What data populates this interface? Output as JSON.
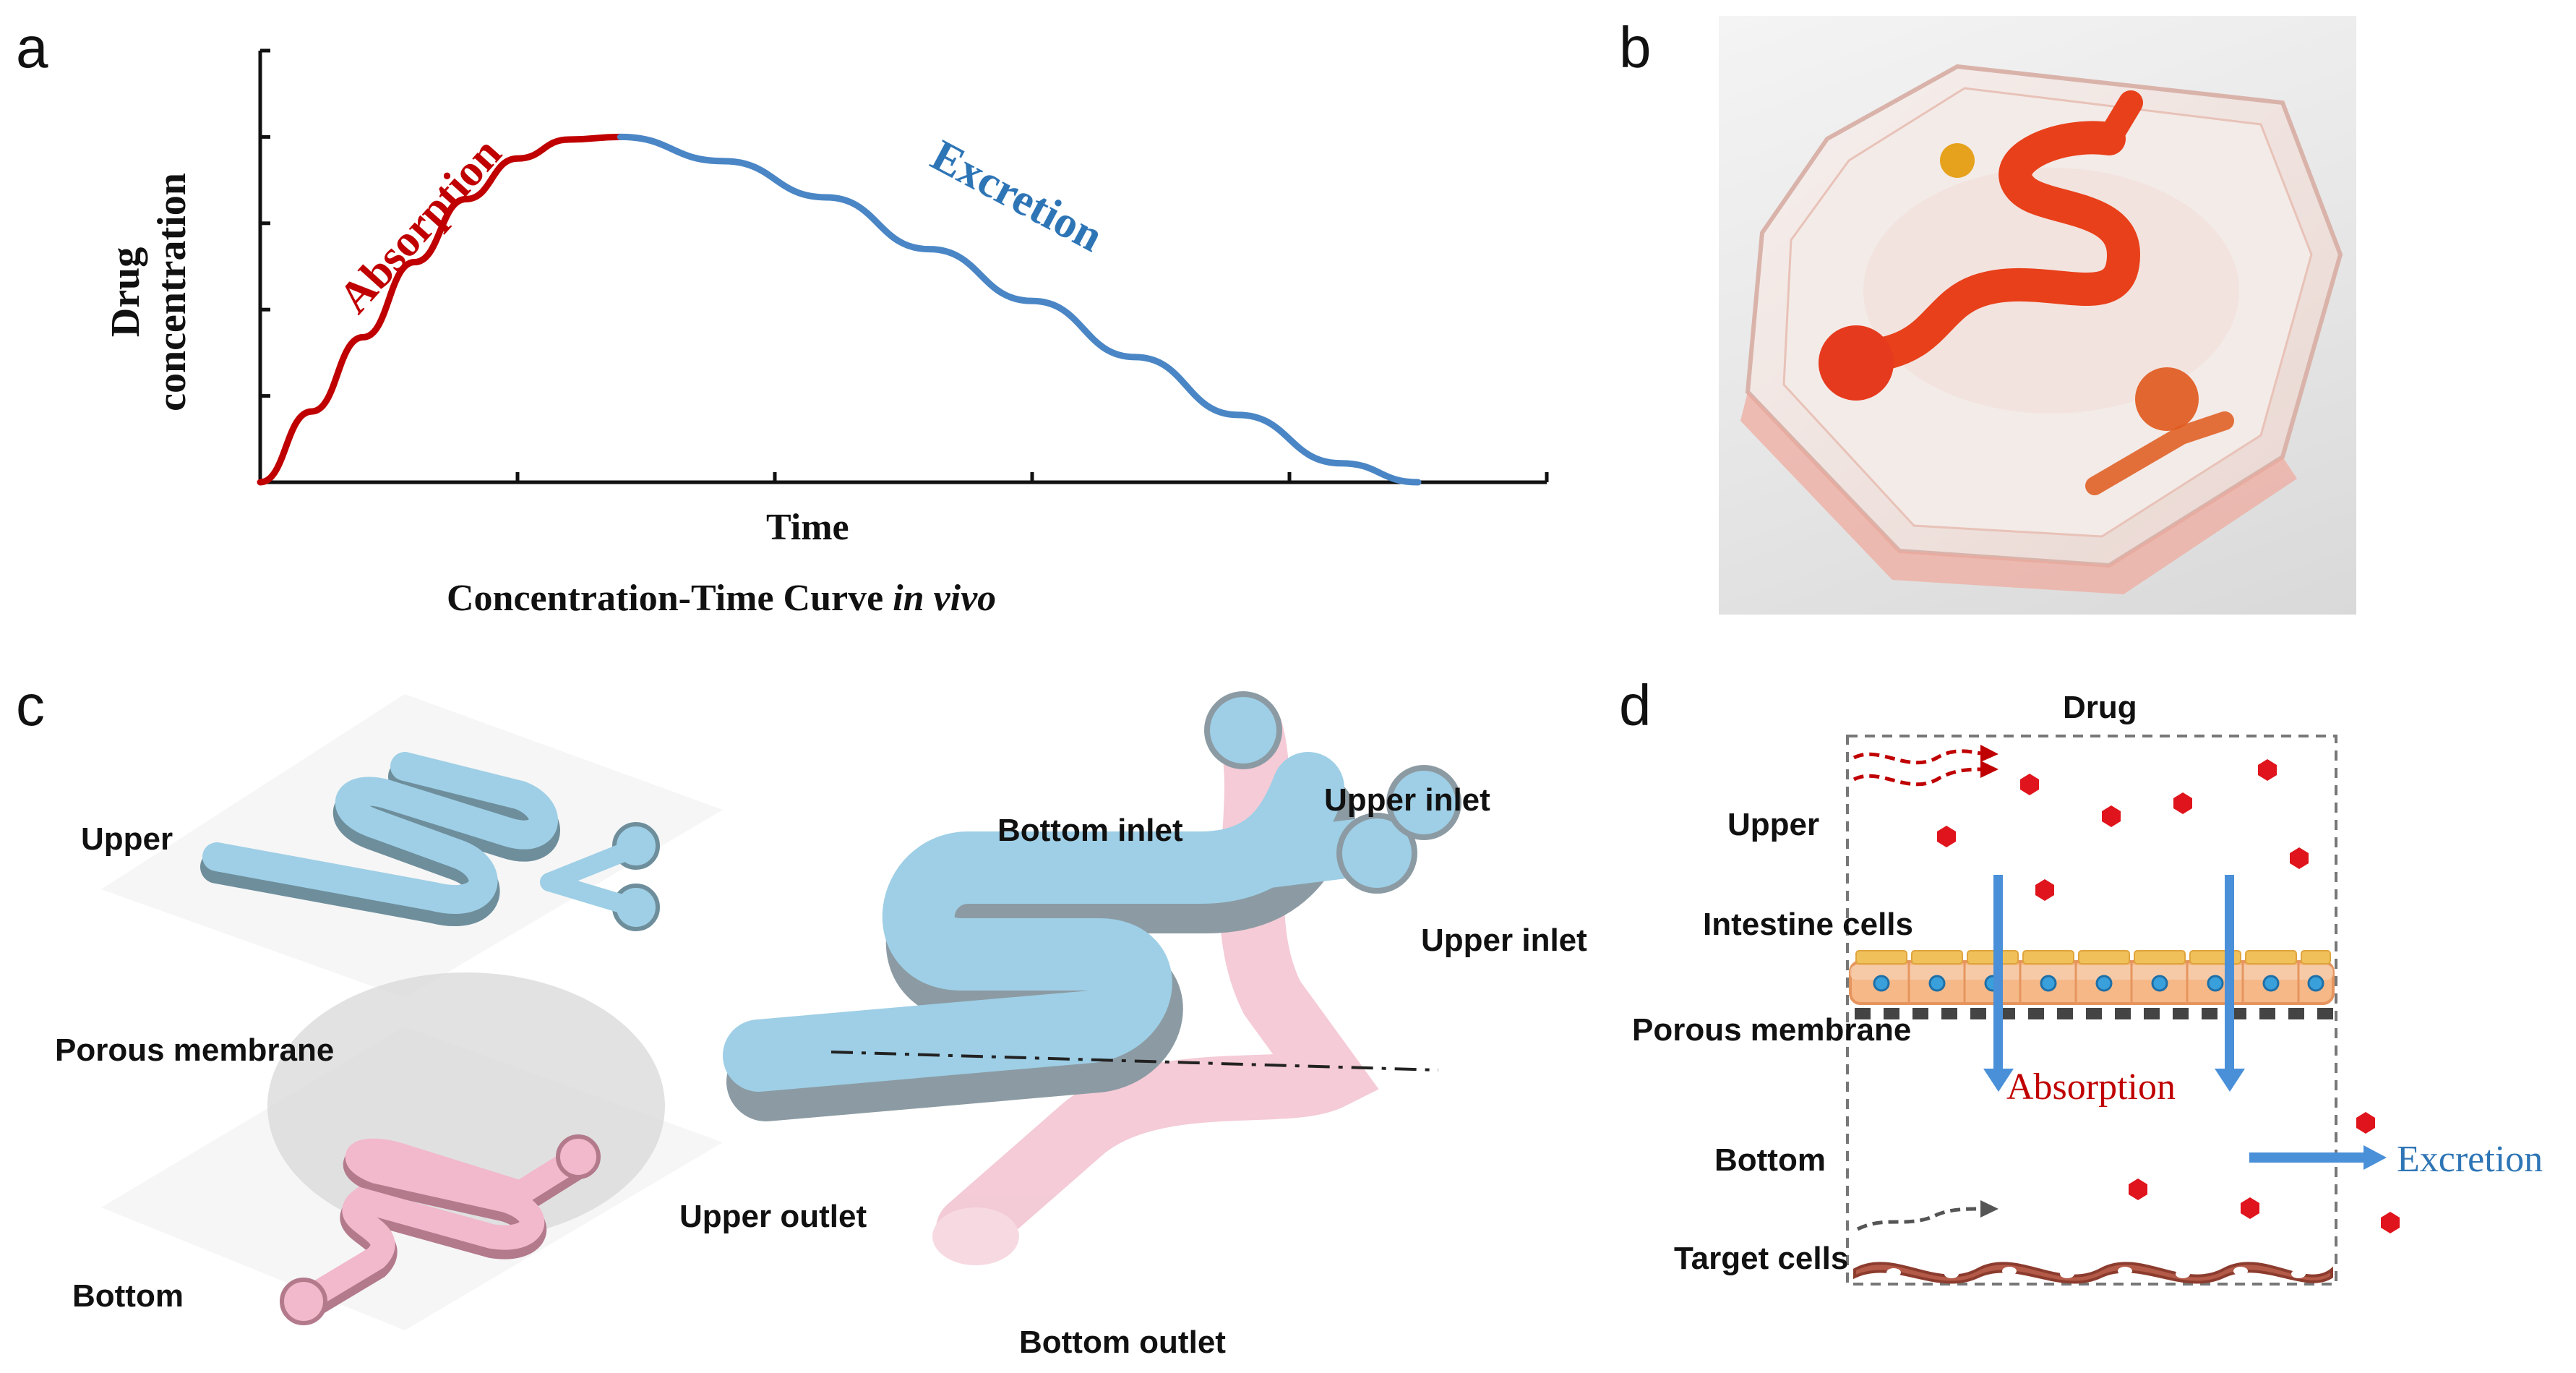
{
  "panels": {
    "a": "a",
    "b": "b",
    "c": "c",
    "d": "d"
  },
  "panel_a": {
    "y_axis_label": "Drug  concentration",
    "x_axis_label": "Time",
    "caption_plain": "Concentration-Time  Curve ",
    "caption_italic": "in vivo",
    "curve_labels": {
      "absorption": "Absorption",
      "excretion": "Excretion"
    },
    "colors": {
      "absorption": "#c00000",
      "excretion": "#4a86c5"
    },
    "chart_data": {
      "type": "line",
      "title": "",
      "xlabel": "Time",
      "ylabel": "Drug  concentration",
      "x_tick_count": 5,
      "y_tick_count": 5,
      "grid": false,
      "series": [
        {
          "name": "Absorption",
          "color": "#c00000",
          "x": [
            0,
            0.2,
            0.4,
            0.6,
            0.8,
            1.0,
            1.2,
            1.4
          ],
          "y": [
            0,
            0.82,
            1.68,
            2.55,
            3.28,
            3.75,
            3.97,
            4.0
          ]
        },
        {
          "name": "Excretion",
          "color": "#4a86c5",
          "x": [
            1.4,
            1.8,
            2.2,
            2.6,
            3.0,
            3.4,
            3.8,
            4.2,
            4.5
          ],
          "y": [
            4.0,
            3.72,
            3.3,
            2.7,
            2.1,
            1.45,
            0.78,
            0.22,
            0.0
          ]
        }
      ],
      "xlim": [
        0,
        5
      ],
      "ylim": [
        0,
        5
      ]
    }
  },
  "panel_b": {
    "description_colors": {
      "channel": "#e8401a",
      "chip": "#f2d8d2"
    }
  },
  "panel_c": {
    "labels": {
      "upper": "Upper",
      "porous_membrane": "Porous membrane",
      "bottom": "Bottom",
      "bottom_inlet": "Bottom inlet",
      "upper_inlet_1": "Upper inlet",
      "upper_inlet_2": "Upper inlet",
      "upper_outlet": "Upper outlet",
      "bottom_outlet": "Bottom outlet"
    },
    "colors": {
      "upper_channel": "#9ecfe6",
      "bottom_channel": "#f2b8cc",
      "membrane": "#d6d6d6"
    }
  },
  "panel_d": {
    "labels": {
      "drug": "Drug",
      "upper": "Upper",
      "intestine_cells": "Intestine cells",
      "porous_membrane": "Porous membrane",
      "absorption": "Absorption",
      "bottom": "Bottom",
      "excretion": "Excretion",
      "target_cells": "Target cells"
    },
    "colors": {
      "drug": "#e0141c",
      "arrow": "#4a90d9",
      "absorption_text": "#c00000",
      "excretion_text": "#2e75b6",
      "target_cell": "#b45a48"
    }
  }
}
